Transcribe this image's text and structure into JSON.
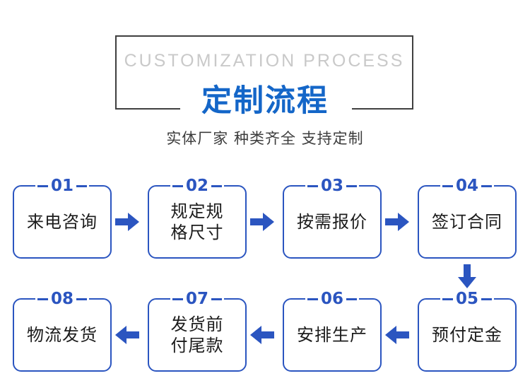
{
  "header": {
    "english_title": "CUSTOMIZATION  PROCESS",
    "chinese_title": "定制流程",
    "subtitle": "实体厂家  种类齐全  支持定制",
    "border_color": "#3f3f3f",
    "english_color": "#c9c9c9",
    "chinese_color": "#1466c8",
    "subtitle_color": "#3c3c3c"
  },
  "flow": {
    "accent_color": "#2b55c0",
    "row1": [
      {
        "number": "01",
        "label": "来电咨询"
      },
      {
        "number": "02",
        "label": "规定规\n格尺寸"
      },
      {
        "number": "03",
        "label": "按需报价"
      },
      {
        "number": "04",
        "label": "签订合同"
      }
    ],
    "row2": [
      {
        "number": "08",
        "label": "物流发货"
      },
      {
        "number": "07",
        "label": "发货前\n付尾款"
      },
      {
        "number": "06",
        "label": "安排生产"
      },
      {
        "number": "05",
        "label": "预付定金"
      }
    ],
    "arrows": {
      "row1_direction": "right",
      "row2_direction": "left",
      "connector_direction": "down"
    }
  }
}
